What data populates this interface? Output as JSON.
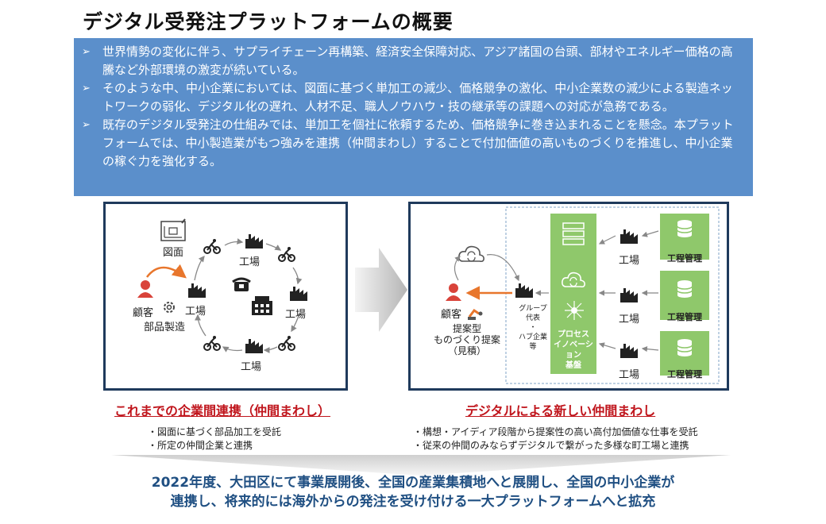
{
  "title": "デジタル受発注プラットフォームの概要",
  "bullets": [
    {
      "mark": "➢",
      "text": "世界情勢の変化に伴う、サプライチェーン再構築、経済安全保障対応、アジア諸国の台頭、部材やエネルギー価格の高騰など外部環境の激変が続いている。"
    },
    {
      "mark": "➢",
      "text": "そのような中、中小企業においては、図面に基づく単加工の減少、価格競争の激化、中小企業数の減少による製造ネットワークの弱化、デジタル化の遅れ、人材不足、職人ノウハウ・技の継承等の課題への対応が急務である。"
    },
    {
      "mark": "➢",
      "text": "既存のデジタル受発注の仕組みでは、単加工を個社に依頼するため、価格競争に巻き込まれることを懸念。本プラットフォームでは、中小製造業がもつ強みを連携（仲間まわし）することで付加価値の高いものづくりを推進し、中小企業の稼ぐ力を強化する。"
    }
  ],
  "left_panel": {
    "drawing_label": "図面",
    "customer_label": "顧客",
    "parts_label": "部品製造",
    "factory_label": "工場"
  },
  "right_panel": {
    "customer_label": "顧客",
    "proposal_label": "提案型\nものづくり提案\n（見積）",
    "group_label": "グループ代表\n・\nハブ企業等",
    "platform_label": "プロセス\nイノベーション\n基盤",
    "factory_label": "工場",
    "process_label": "工程管理"
  },
  "captions": {
    "left": "これまでの企業間連携（仲間まわし）",
    "right": "デジタルによる新しい仲間まわし"
  },
  "left_notes": [
    "・図面に基づく部品加工を受託",
    "・所定の仲間企業と連携"
  ],
  "right_notes": [
    "・構想・アイディア段階から提案性の高い高付加価値な仕事を受託",
    "・従来の仲間のみならずデジタルで繋がった多様な町工場と連携"
  ],
  "bottom": [
    "2022年度、大田区にて事業展開後、全国の産業集積地へと展開し、全国の中小企業が",
    "連携し、将来的には海外からの発注を受け付ける一大プラットフォームへと拡充"
  ],
  "colors": {
    "bullet_bg": "#5b8fcb",
    "panel_border": "#1f3a5c",
    "red": "#c0151c",
    "green": "#8fc86b",
    "navy": "#1f4f82",
    "customer": "#d9433a",
    "orange": "#e8762c"
  }
}
